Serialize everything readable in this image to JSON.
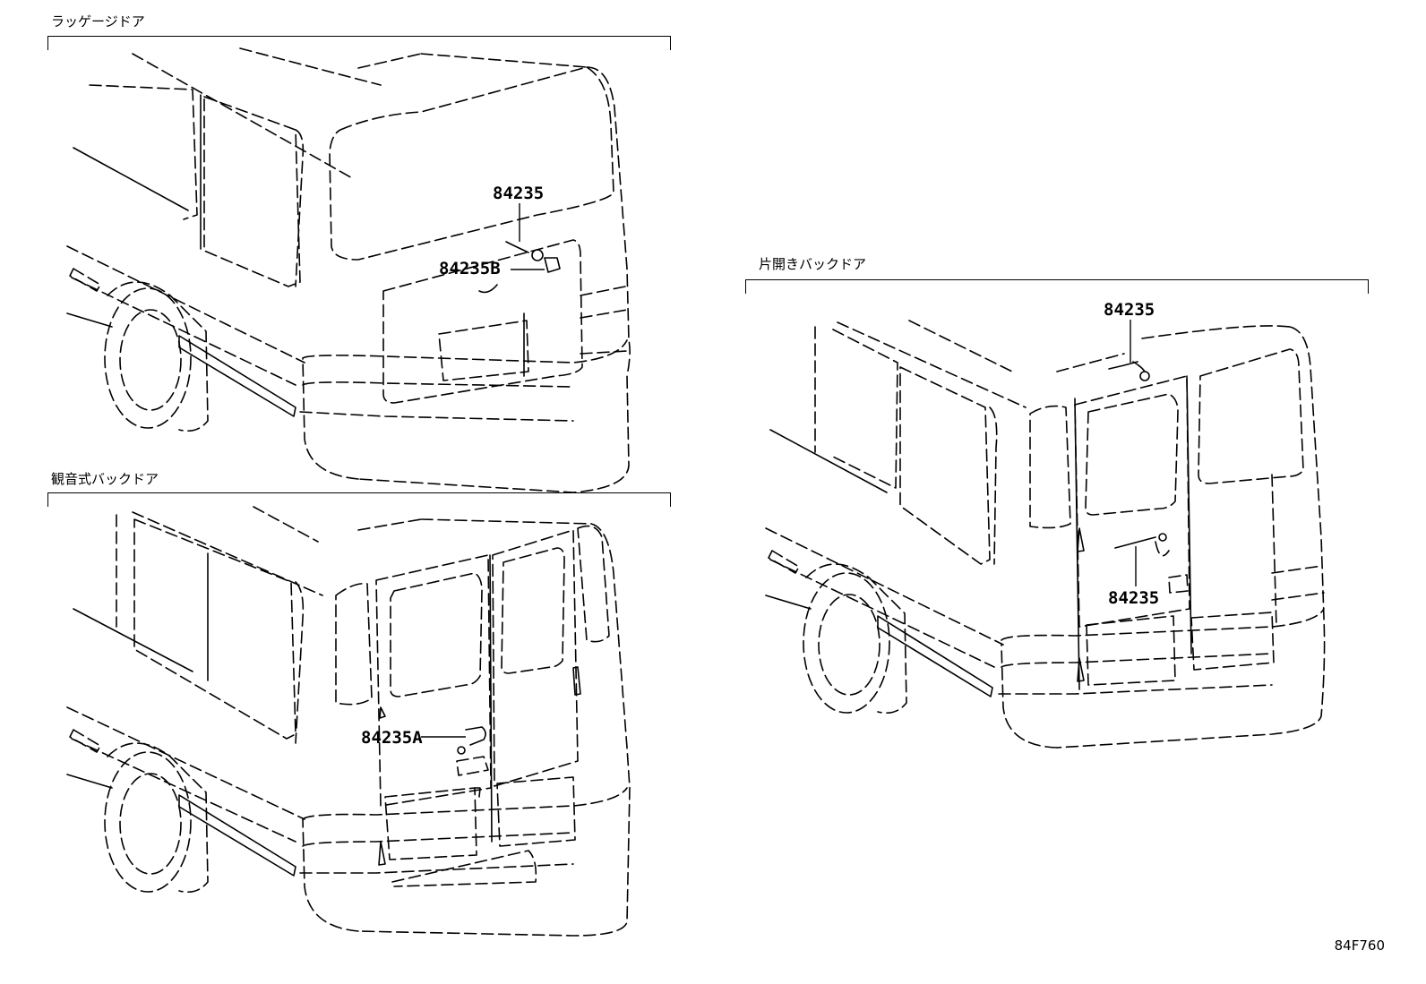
{
  "sections": [
    {
      "id": "luggage",
      "title": "ラッゲージドア",
      "parts": [
        "84235",
        "84235B"
      ]
    },
    {
      "id": "kannon",
      "title": "観音式バックドア",
      "parts": [
        "84235A"
      ]
    },
    {
      "id": "single",
      "title": "片開きバックドア",
      "parts": [
        "84235",
        "84235"
      ]
    }
  ],
  "drawing_code": "84F760"
}
